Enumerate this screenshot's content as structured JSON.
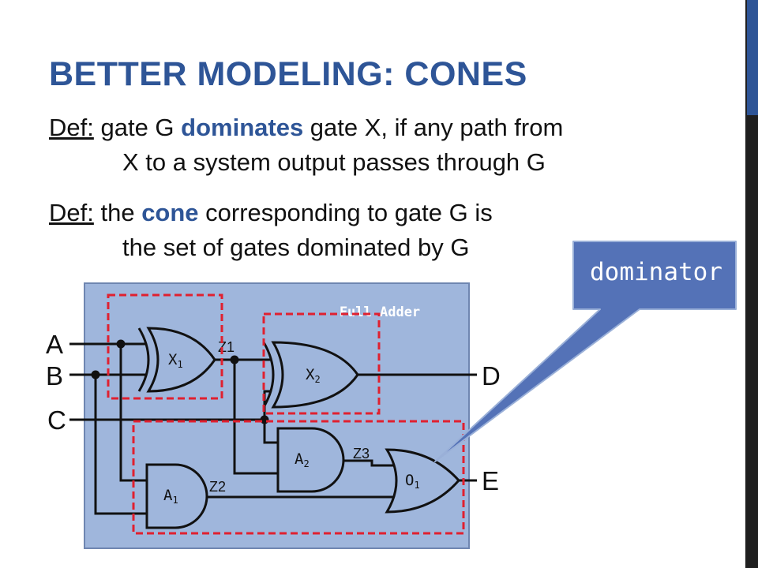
{
  "title": "BETTER MODELING: CONES",
  "def1": {
    "label": "Def:",
    "pre": " gate G ",
    "term": "dominates",
    "post": " gate X, if any path from",
    "line2": "X to a system output passes through G"
  },
  "def2": {
    "label": "Def:",
    "pre": " the ",
    "term": "cone",
    "post": " corresponding to gate G is",
    "line2": "the set of gates dominated by G"
  },
  "circuit": {
    "box_label": "Full Adder",
    "inputs": [
      "A",
      "B",
      "C"
    ],
    "outputs": [
      "D",
      "E"
    ],
    "gates": {
      "x1": {
        "name": "X",
        "sub": "1"
      },
      "x2": {
        "name": "X",
        "sub": "2"
      },
      "a1": {
        "name": "A",
        "sub": "1"
      },
      "a2": {
        "name": "A",
        "sub": "2"
      },
      "o1": {
        "name": "O",
        "sub": "1"
      }
    },
    "wires": {
      "z1": "Z1",
      "z2": "Z2",
      "z3": "Z3"
    }
  },
  "callout": {
    "text": "dominator"
  },
  "colors": {
    "title": "#2e5597",
    "box_fill": "#9fb6dc",
    "box_stroke": "#6f86b1",
    "cone_dash": "#e0202f",
    "callout_fill": "#5472b7",
    "callout_stroke": "#9ab0d8"
  }
}
